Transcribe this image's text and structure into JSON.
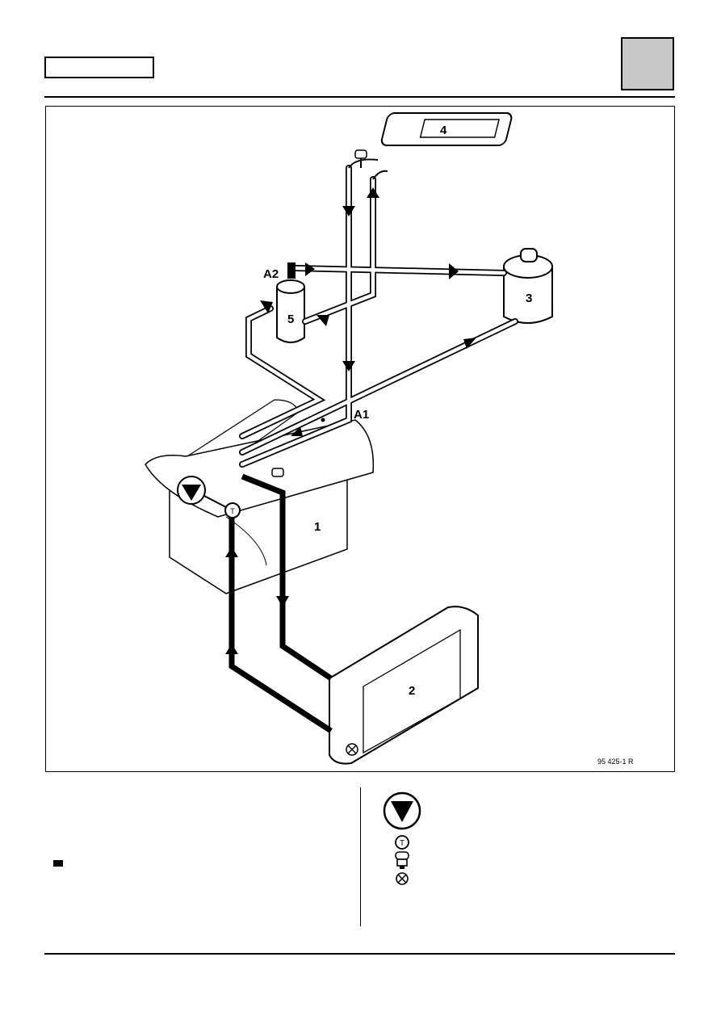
{
  "diagram": {
    "labels": {
      "engine": "1",
      "radiator": "2",
      "expansion_bottle": "3",
      "heater_matrix": "4",
      "component_5": "5",
      "point_a1": "A1",
      "point_a2": "A2"
    },
    "reference_code": "95 425-1 R"
  },
  "colors": {
    "tab_fill": "#c8c8c8",
    "ink": "#000000"
  },
  "icons": {
    "legend": [
      "water-pump-icon",
      "thermostat-icon",
      "bleed-screw-icon",
      "drain-plug-icon"
    ]
  }
}
